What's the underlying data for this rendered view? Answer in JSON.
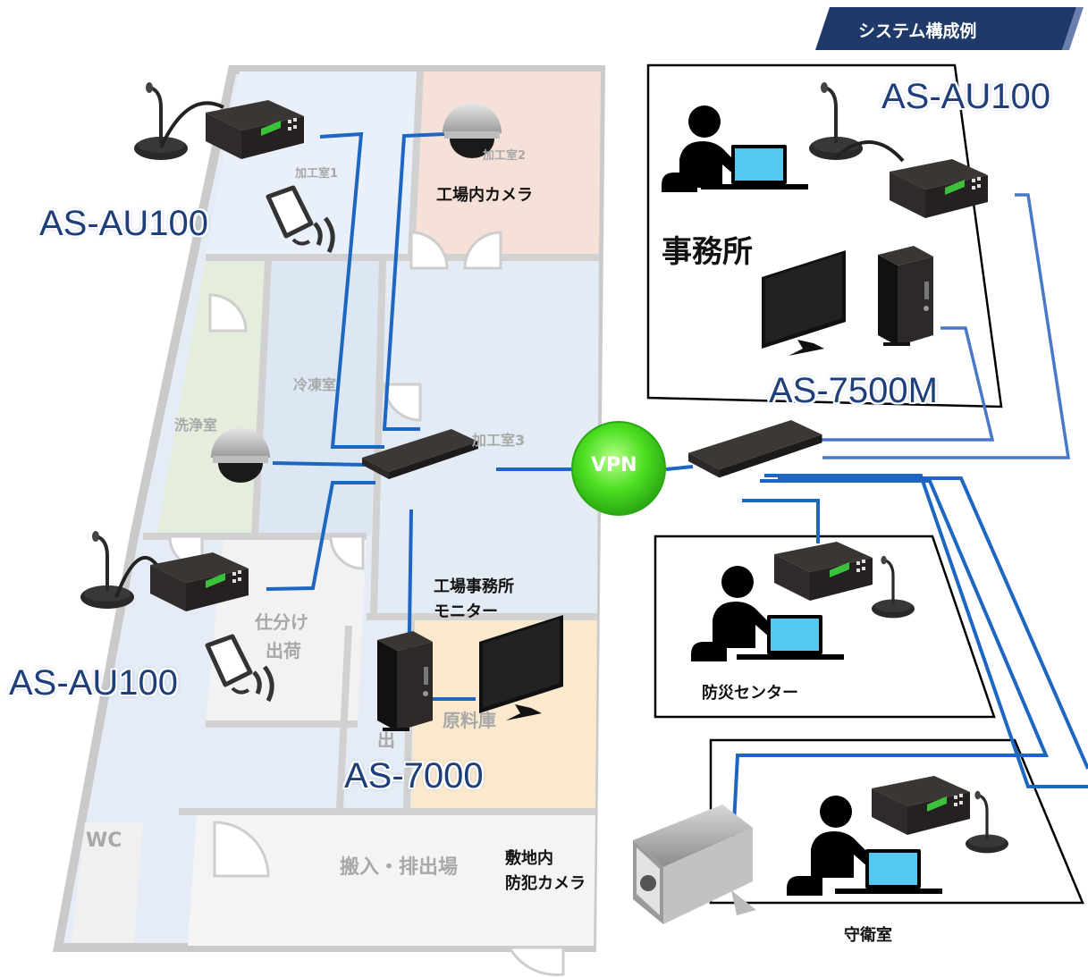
{
  "banner": {
    "title": "システム構成例"
  },
  "labels": {
    "au100_top_left": "AS-AU100",
    "au100_bottom_left": "AS-AU100",
    "au100_office": "AS-AU100",
    "as7500m": "AS-7500M",
    "as7000": "AS-7000",
    "vpn": "VPN"
  },
  "captions": {
    "factory_camera": "工場内カメラ",
    "office": "事務所",
    "factory_office_monitor_line1": "工場事務所",
    "factory_office_monitor_line2": "モニター",
    "disaster_center": "防災センター",
    "premises_camera_line1": "敷地内",
    "premises_camera_line2": "防犯カメラ",
    "guard_room": "守衛室"
  },
  "floorplan_rooms": {
    "process1": "加工室1",
    "process2": "加工室2",
    "process3": "加工室3",
    "freezer": "冷凍室",
    "washing": "洗浄室",
    "sorting_line1": "仕分け",
    "sorting_line2": "出荷",
    "raw_storage": "原料庫",
    "exit": "出",
    "wc": "WC",
    "loading": "搬入・排出場"
  },
  "colors": {
    "network_line": "#1d66c2",
    "network_line_light": "#4a78c8",
    "banner_bg": "#1f3a68",
    "vpn_green": "#44dd22",
    "device_dark": "#2e2b2a"
  },
  "icons": [
    "microphone-icon",
    "speaker-icon",
    "dome-camera-icon",
    "bullet-camera-icon",
    "switch-icon",
    "pc-tower-icon",
    "monitor-icon",
    "person-icon",
    "laptop-icon",
    "amplifier-icon"
  ]
}
